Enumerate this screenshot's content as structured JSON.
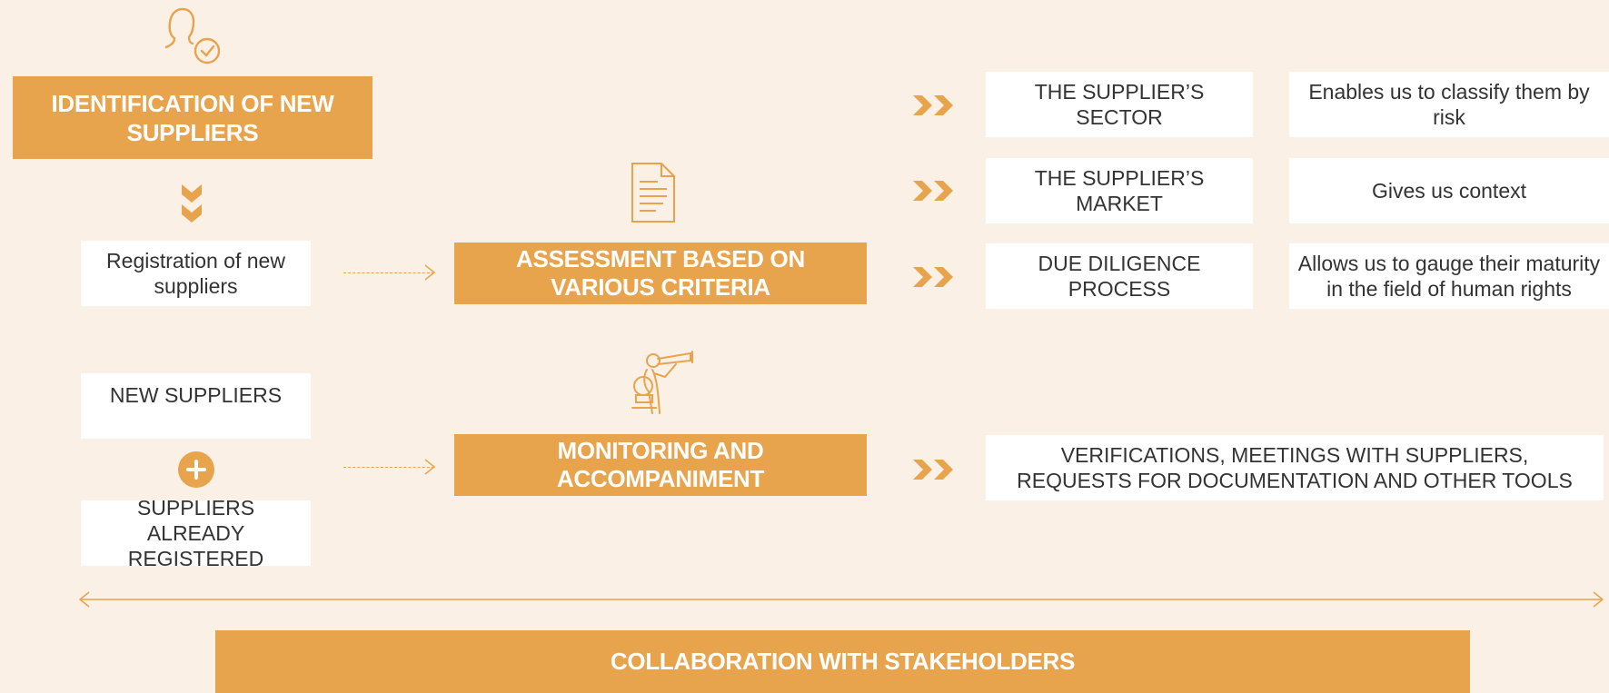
{
  "identification": {
    "title": "IDENTIFICATION OF NEW SUPPLIERS"
  },
  "registration": {
    "label": "Registration of new suppliers"
  },
  "assessment": {
    "title": "ASSESSMENT BASED ON VARIOUS CRITERIA"
  },
  "criteria": [
    {
      "name": "THE SUPPLIER’S SECTOR",
      "purpose": "Enables us to classify them by risk"
    },
    {
      "name": "THE SUPPLIER’S MARKET",
      "purpose": "Gives us context"
    },
    {
      "name": "DUE DILIGENCE PROCESS",
      "purpose": "Allows us to gauge their maturity in the field of human rights"
    }
  ],
  "monitoring": {
    "title": "MONITORING AND ACCOMPANIMENT",
    "new_suppliers": "NEW SUPPLIERS",
    "registered_suppliers": "SUPPLIERS ALREADY REGISTERED",
    "tools": "VERIFICATIONS, MEETINGS WITH SUPPLIERS, REQUESTS FOR DOCUMENTATION AND OTHER TOOLS"
  },
  "collaboration": {
    "title": "COLLABORATION WITH STAKEHOLDERS"
  },
  "colors": {
    "accent": "#e8a34d",
    "background": "#fbf0e5",
    "card": "#ffffff"
  },
  "icons": [
    "user-check-icon",
    "chevron-down-double-icon",
    "document-icon",
    "person-telescope-icon",
    "plus-circle-icon",
    "double-chevron-right-icon",
    "double-arrow-line-icon"
  ]
}
